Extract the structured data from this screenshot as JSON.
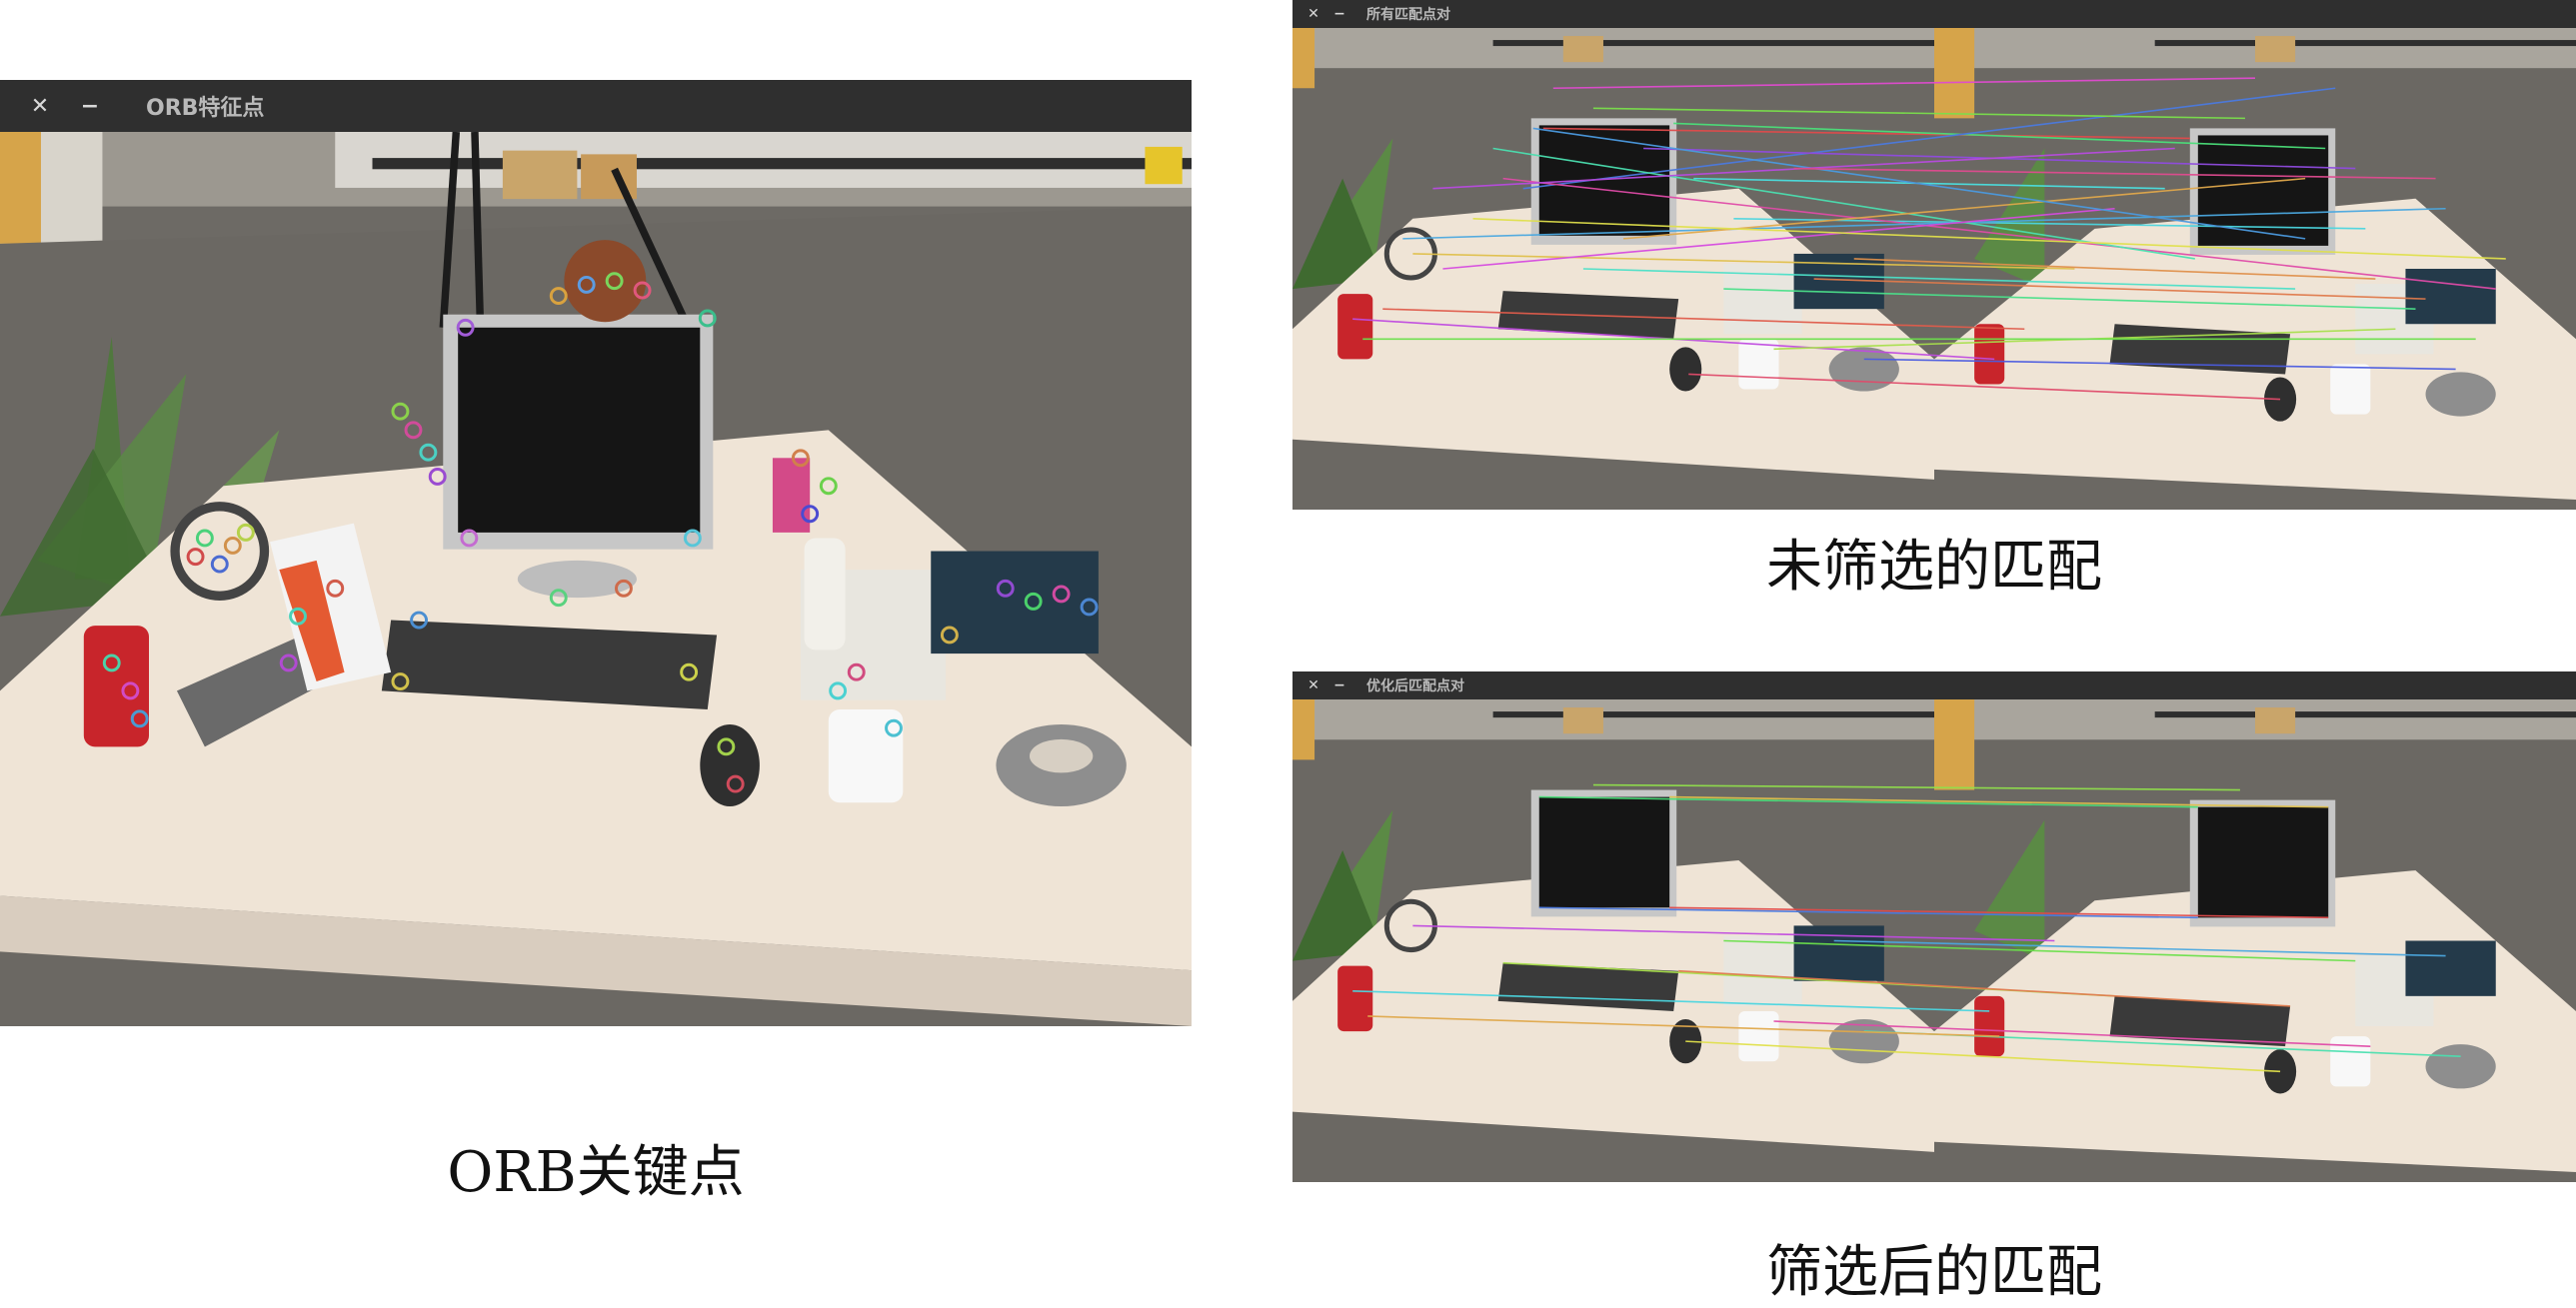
{
  "windows": {
    "left": {
      "title": "ORB特征点",
      "close_glyph": "✕",
      "minimize_glyph": "−"
    },
    "all_matches": {
      "title": "所有匹配点对",
      "close_glyph": "✕",
      "minimize_glyph": "−"
    },
    "optimized_matches": {
      "title": "优化后匹配点对",
      "close_glyph": "✕",
      "minimize_glyph": "−"
    }
  },
  "captions": {
    "left": "ORB关键点",
    "all_matches": "未筛选的匹配",
    "optimized_matches": "筛选后的匹配"
  },
  "colors": {
    "titlebar": "#2f2f2f",
    "floor": "#6b6863",
    "desk": "#efe4d6",
    "monitor": "#151515"
  },
  "icons": {
    "close": "close-icon",
    "minimize": "minimize-icon"
  }
}
